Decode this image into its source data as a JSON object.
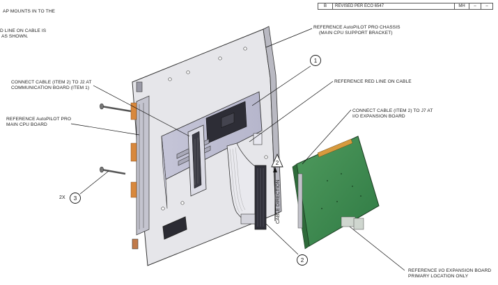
{
  "revision_table": {
    "letter": "B",
    "description": "REVISED PER ECO 6547",
    "initials": "MH",
    "sign1": "–",
    "sign2": "–"
  },
  "notes": {
    "top_left": "AP MOUNTS IN TO THE",
    "red_line_1": "D LINE ON CABLE IS",
    "red_line_2": "AS SHOWN."
  },
  "labels": {
    "chassis_1": "REFERENCE AutoPILOT PRO CHASSIS",
    "chassis_2": "(MAIN CPU SUPPORT BRACKET)",
    "j2_1": "CONNECT CABLE (ITEM 2) TO J2 AT",
    "j2_2": "COMMUNICATION BOARD (ITEM 1)",
    "cpu_1": "REFERENCE AutoPILOT PRO",
    "cpu_2": "MAIN CPU BOARD",
    "red_line_ref": "REFERENCE RED LINE ON CABLE",
    "j7_1": "CONNECT CABLE (ITEM 2) TO J7 AT",
    "j7_2": "I/O EXPANSION BOARD",
    "io_1": "REFERENCE I/O EXPANSION BOARD",
    "io_2": "PRIMARY LOCATION ONLY",
    "cable_direction": "CABLE DIRECTION",
    "qty": "2X"
  },
  "callouts": {
    "item1": "1",
    "item2_triangle": "2",
    "item2_bottom": "2",
    "item3": "3"
  }
}
